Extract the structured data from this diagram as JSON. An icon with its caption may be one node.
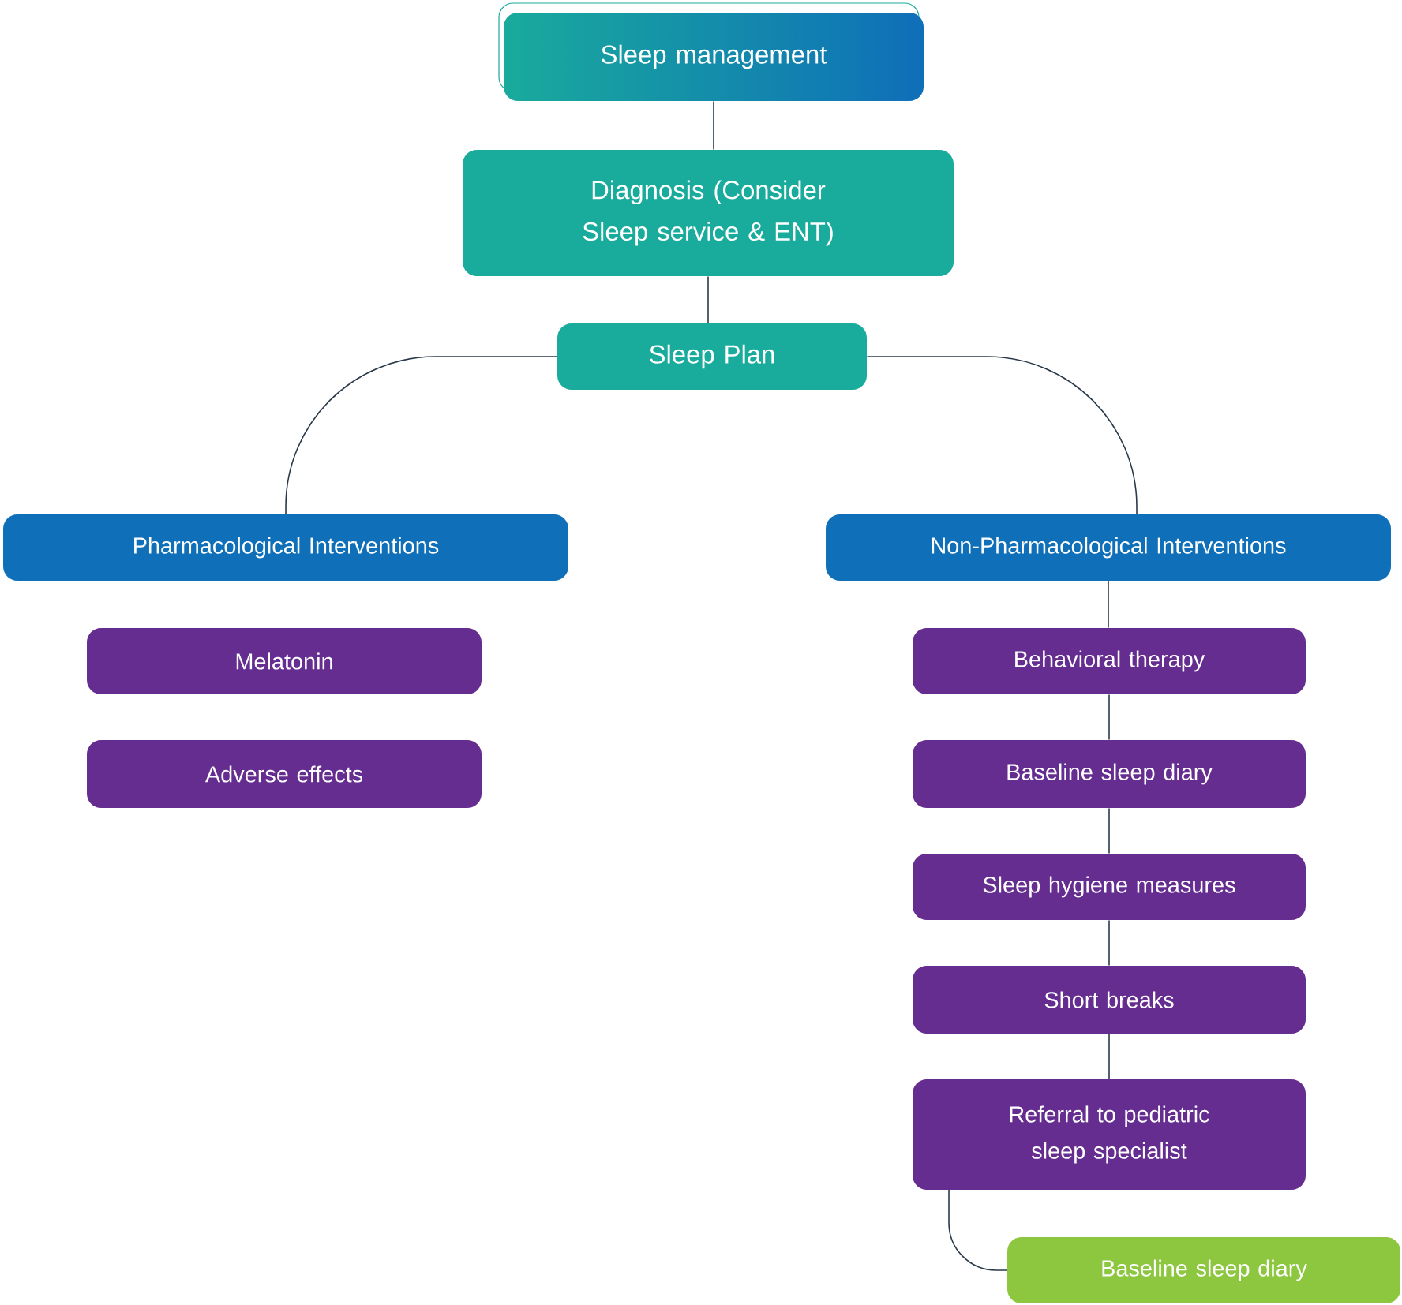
{
  "diagram": {
    "nodes": [
      {
        "text": [
          "Sleep management"
        ]
      },
      {
        "text": [
          "Diagnosis (Consider Sleep service & ENT)"
        ]
      },
      {
        "text": [
          "Sleep Plan"
        ]
      },
      {
        "text": [
          "Pharmacological Interventions"
        ]
      },
      {
        "text": [
          "Non-Pharmacological Interventions"
        ]
      },
      {
        "text": [
          "Melatonin"
        ]
      },
      {
        "text": [
          "Adverse effects"
        ]
      },
      {
        "text": [
          "Behavioral therapy"
        ]
      },
      {
        "text": [
          "Baseline sleep diary"
        ]
      },
      {
        "text": [
          "Sleep hygiene measures"
        ]
      },
      {
        "text": [
          "Short breaks"
        ]
      },
      {
        "text": [
          "Referral to pediatric sleep specialist"
        ]
      },
      {
        "text": [
          "Baseline sleep diary"
        ]
      }
    ],
    "edges": [
      {
        "from": 0,
        "to": 1,
        "arrow": "none"
      },
      {
        "from": 1,
        "to": 2,
        "arrow": "none"
      },
      {
        "from": 2,
        "to": 3,
        "arrow": "none"
      },
      {
        "from": 2,
        "to": 4,
        "arrow": "none"
      },
      {
        "from": 4,
        "to": 7,
        "arrow": "none"
      },
      {
        "from": 7,
        "to": 8,
        "arrow": "none"
      },
      {
        "from": 8,
        "to": 9,
        "arrow": "none"
      },
      {
        "from": 9,
        "to": 10,
        "arrow": "none"
      },
      {
        "from": 10,
        "to": 11,
        "arrow": "none"
      },
      {
        "from": 11,
        "to": 12,
        "arrow": "none"
      }
    ]
  }
}
